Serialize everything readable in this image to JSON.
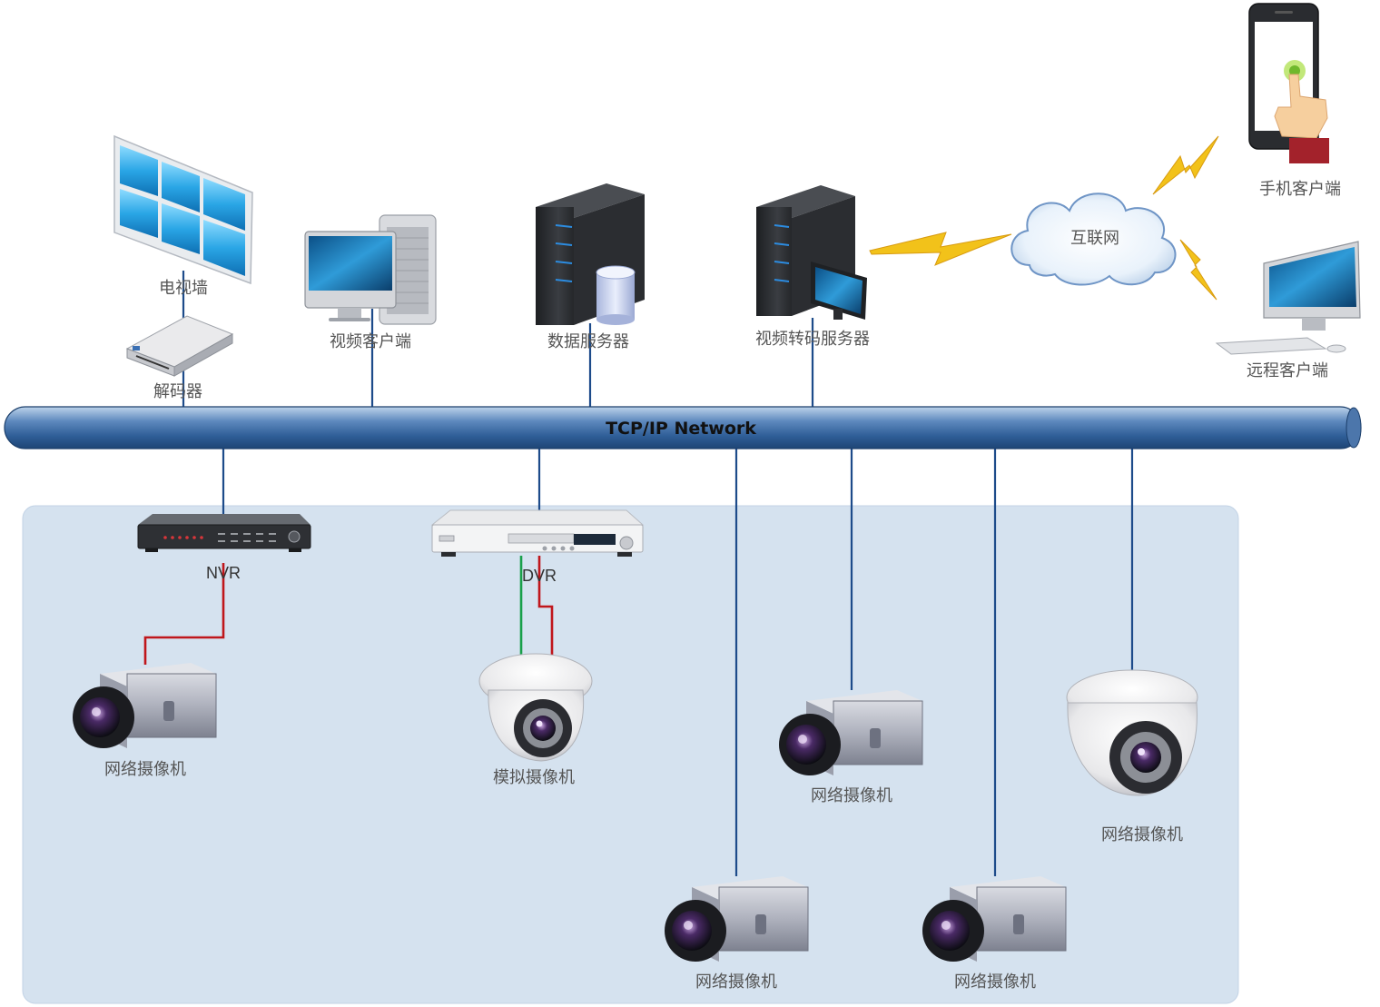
{
  "bus": {
    "label": "TCP/IP Network"
  },
  "nodes": {
    "tv_wall": "电视墙",
    "decoder": "解码器",
    "video_client": "视频客户端",
    "data_server": "数据服务器",
    "transcode_server": "视频转码服务器",
    "internet": "互联网",
    "mobile_client": "手机客户端",
    "remote_client": "远程客户端",
    "nvr": "NVR",
    "dvr": "DVR",
    "ip_camera_1": "网络摄像机",
    "analog_camera": "模拟摄像机",
    "ip_camera_2": "网络摄像机",
    "ip_camera_3": "网络摄像机",
    "ip_camera_4": "网络摄像机",
    "ip_camera_5": "网络摄像机"
  },
  "colors": {
    "bus": "#2f5e97",
    "link": "#1d4b8a",
    "camera_zone": "#d5e2ef",
    "red_wire": "#c0161b",
    "green_wire": "#19a04a",
    "lightning": "#f2c21a"
  }
}
